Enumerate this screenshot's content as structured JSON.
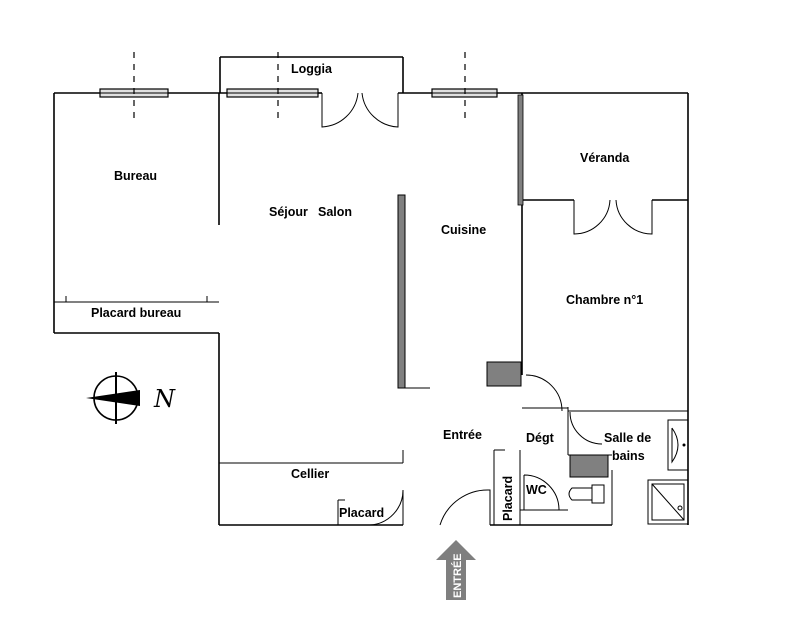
{
  "rooms": {
    "loggia": "Loggia",
    "bureau": "Bureau",
    "sejour": "Séjour",
    "salon": "Salon",
    "cuisine": "Cuisine",
    "veranda": "Véranda",
    "chambre": "Chambre n°1",
    "placard_bureau": "Placard bureau",
    "entree": "Entrée",
    "degt": "Dégt",
    "salle_de_bains_line1": "Salle de",
    "salle_de_bains_line2": "bains",
    "cellier": "Cellier",
    "placard": "Placard",
    "placard_vertical": "Placard",
    "wc": "WC"
  },
  "entrance_arrow": {
    "label": "ENTRÉE",
    "color": "#7f7f7f"
  },
  "compass": {
    "label": "N",
    "icon": "north-compass-icon"
  },
  "colors": {
    "wall": "#000000",
    "block": "#808080",
    "window_fill": "#e0e0e0"
  }
}
